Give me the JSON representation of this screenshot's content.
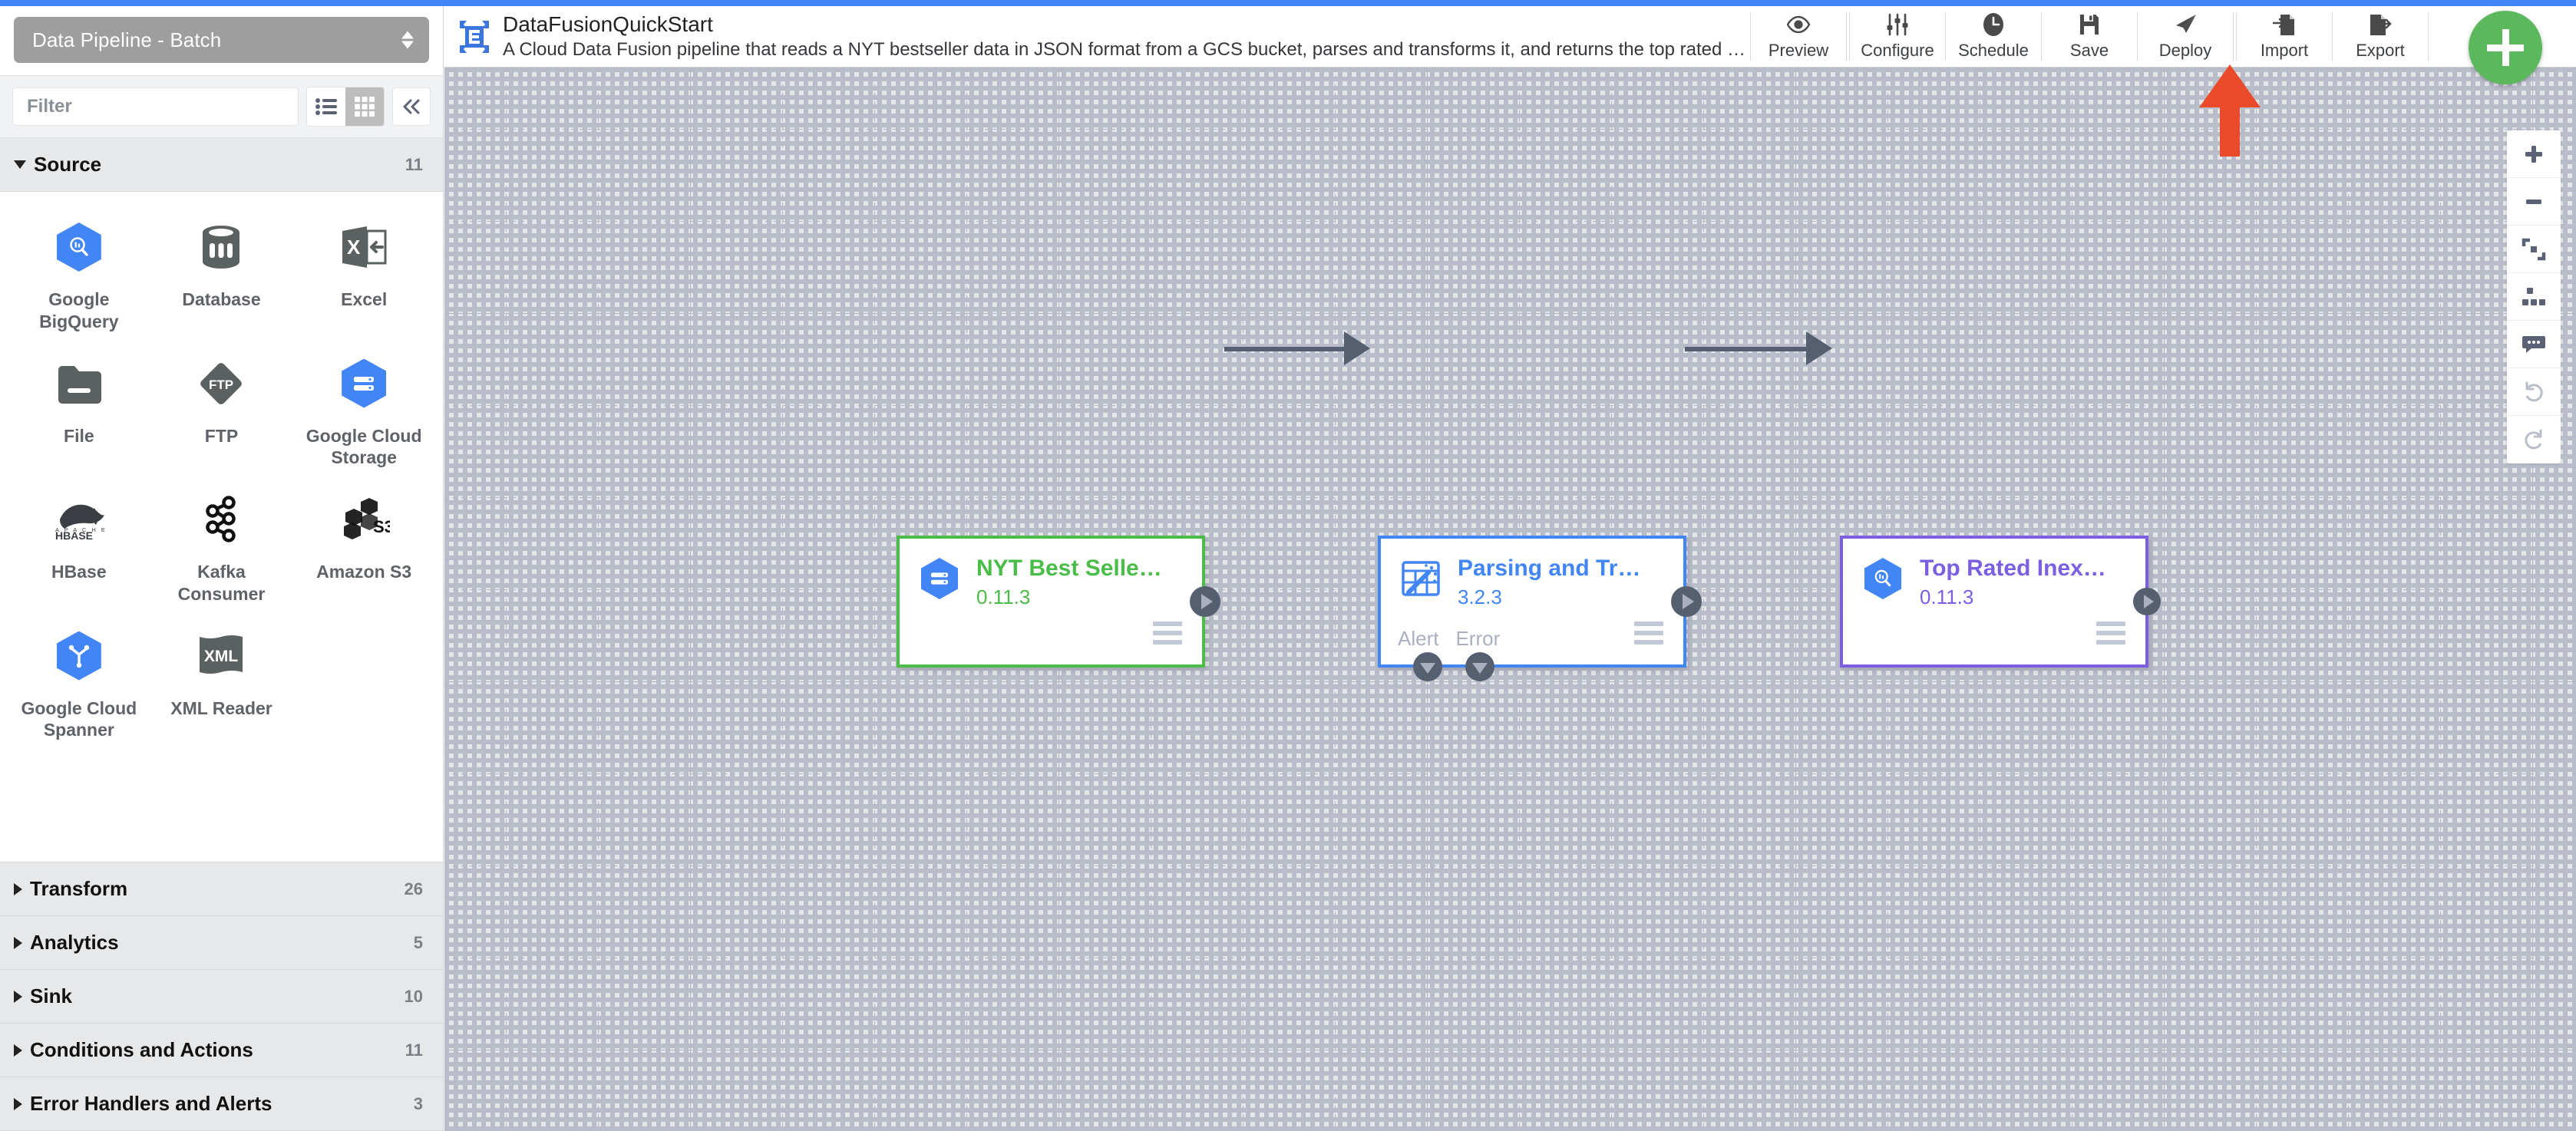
{
  "app": {
    "accent_blue": "#4285f4",
    "canvas_bg": "#e4e6e8",
    "fab_green": "#5cb85c",
    "annotation_red": "#ea4b2b"
  },
  "sidebar": {
    "pipeline_type": "Data Pipeline - Batch",
    "filter_placeholder": "Filter",
    "view_list_icon": "list-view-icon",
    "view_grid_icon": "grid-view-icon",
    "collapse_icon": "chevron-double-left-icon",
    "source_group": {
      "label": "Source",
      "count": "11",
      "expanded": true,
      "plugins": [
        {
          "label": "Google BigQuery",
          "icon": "google-bigquery-icon"
        },
        {
          "label": "Database",
          "icon": "database-icon"
        },
        {
          "label": "Excel",
          "icon": "excel-icon"
        },
        {
          "label": "File",
          "icon": "file-folder-icon"
        },
        {
          "label": "FTP",
          "icon": "ftp-icon"
        },
        {
          "label": "Google Cloud Storage",
          "icon": "google-cloud-storage-icon"
        },
        {
          "label": "HBase",
          "icon": "hbase-icon"
        },
        {
          "label": "Kafka Consumer",
          "icon": "kafka-icon"
        },
        {
          "label": "Amazon S3",
          "icon": "amazon-s3-icon"
        },
        {
          "label": "Google Cloud Spanner",
          "icon": "google-cloud-spanner-icon"
        },
        {
          "label": "XML Reader",
          "icon": "xml-reader-icon"
        }
      ]
    },
    "groups": [
      {
        "label": "Transform",
        "count": "26"
      },
      {
        "label": "Analytics",
        "count": "5"
      },
      {
        "label": "Sink",
        "count": "10"
      },
      {
        "label": "Conditions and Actions",
        "count": "11"
      },
      {
        "label": "Error Handlers and Alerts",
        "count": "3"
      }
    ]
  },
  "header": {
    "logo_icon": "cloud-data-fusion-logo",
    "pipeline_name": "DataFusionQuickStart",
    "pipeline_description": "A Cloud Data Fusion pipeline that reads a NYT bestseller data in JSON format from a GCS bucket, parses and transforms it, and returns the top rated book…",
    "actions": [
      {
        "label": "Preview",
        "icon": "eye-icon"
      },
      {
        "label": "Configure",
        "icon": "sliders-icon"
      },
      {
        "label": "Schedule",
        "icon": "clock-icon"
      },
      {
        "label": "Save",
        "icon": "floppy-disk-icon"
      },
      {
        "label": "Deploy",
        "icon": "paper-plane-icon"
      },
      {
        "label": "Import",
        "icon": "import-document-icon"
      },
      {
        "label": "Export",
        "icon": "export-document-icon"
      }
    ]
  },
  "canvas": {
    "add_node_button": "add-plugin-fab",
    "controls": [
      {
        "name": "zoom-in-icon",
        "muted": false
      },
      {
        "name": "zoom-out-icon",
        "muted": false
      },
      {
        "name": "fit-to-screen-icon",
        "muted": false
      },
      {
        "name": "align-nodes-icon",
        "muted": false
      },
      {
        "name": "comment-icon",
        "muted": false
      },
      {
        "name": "undo-icon",
        "muted": true
      },
      {
        "name": "redo-icon",
        "muted": true
      }
    ],
    "annotation": {
      "type": "arrow-up",
      "points_to": "Deploy",
      "color": "#ea4b2b"
    },
    "nodes": [
      {
        "id": "node-source",
        "title": "NYT Best Selle…",
        "version": "0.11.3",
        "icon": "google-cloud-storage-icon",
        "border_color": "#49bd47",
        "text_color": "#49bd47",
        "has_error_ports": false
      },
      {
        "id": "node-transform",
        "title": "Parsing and Tr…",
        "version": "3.2.3",
        "icon": "wrangler-icon",
        "border_color": "#4285f4",
        "text_color": "#4285f4",
        "has_error_ports": true,
        "alert_label": "Alert",
        "error_label": "Error"
      },
      {
        "id": "node-sink",
        "title": "Top Rated Inex…",
        "version": "0.11.3",
        "icon": "google-bigquery-icon",
        "border_color": "#7b5fe0",
        "text_color": "#7b5fe0",
        "has_error_ports": false
      }
    ]
  }
}
